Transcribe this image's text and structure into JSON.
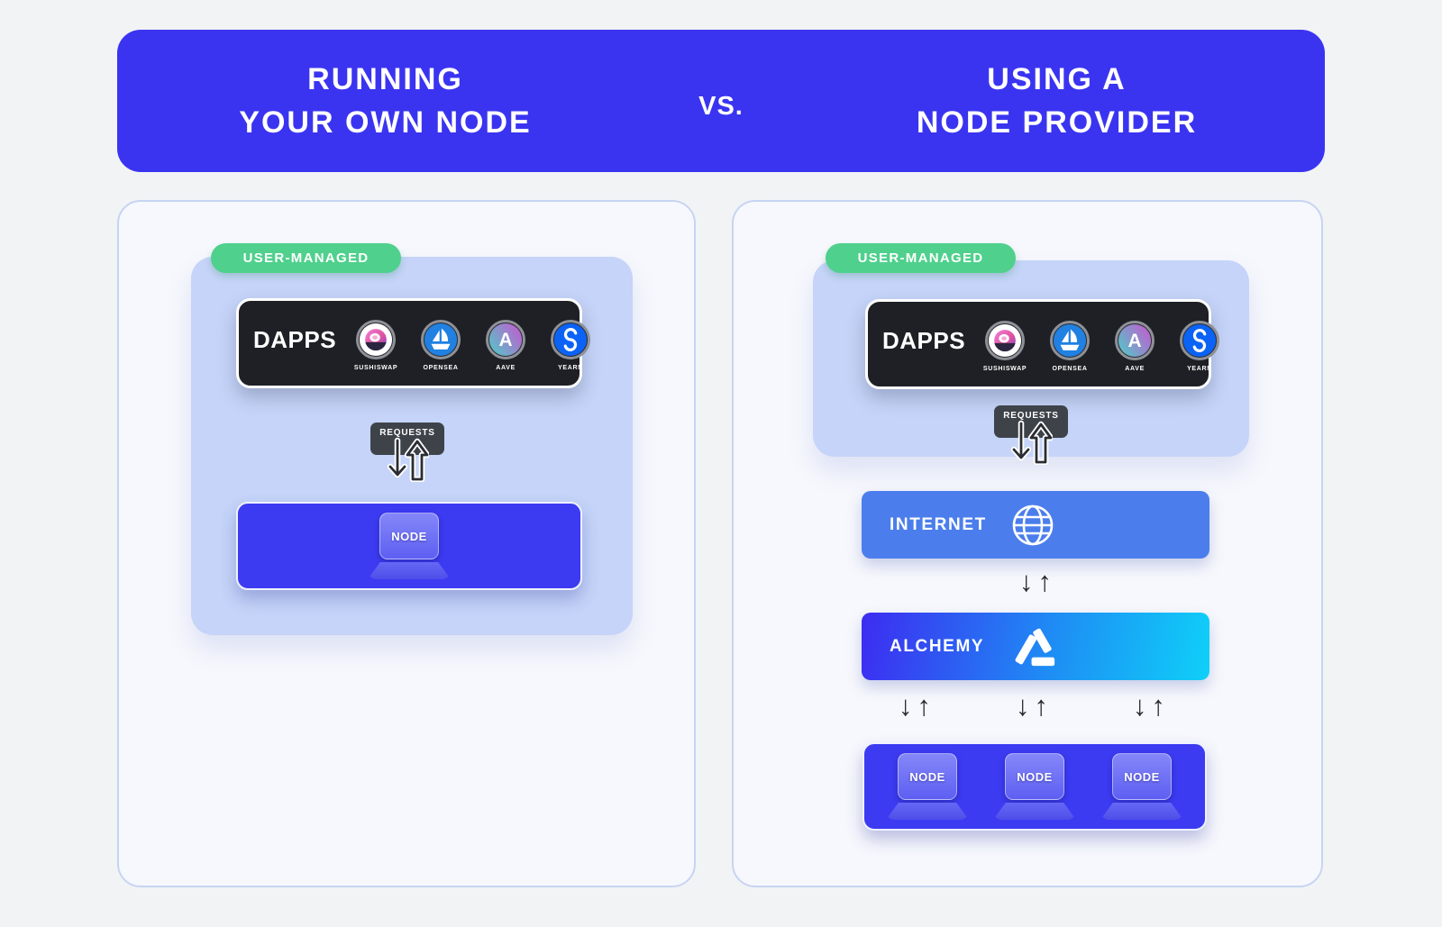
{
  "header": {
    "left_title": [
      "RUNNING",
      "YOUR OWN NODE"
    ],
    "vs": "VS.",
    "right_title": [
      "USING A",
      "NODE PROVIDER"
    ]
  },
  "badge": {
    "user_managed": "USER-MANAGED"
  },
  "dapps_bar": {
    "label": "DAPPS",
    "apps": [
      {
        "name": "SUSHISWAP"
      },
      {
        "name": "OPENSEA"
      },
      {
        "name": "AAVE"
      },
      {
        "name": "YEARN"
      }
    ]
  },
  "requests": {
    "label": "REQUESTS"
  },
  "left_panel": {
    "node": {
      "label": "NODE"
    }
  },
  "right_panel": {
    "internet": {
      "label": "INTERNET"
    },
    "alchemy": {
      "label": "ALCHEMY"
    },
    "nodes": [
      {
        "label": "NODE"
      },
      {
        "label": "NODE"
      },
      {
        "label": "NODE"
      }
    ]
  },
  "glyphs": {
    "arrow_down": "↓",
    "arrow_up": "↑"
  },
  "colors": {
    "background": "#f2f3f5",
    "header_blue": "#3a34f1",
    "panel_bg": "#f7f8fd",
    "panel_border": "#c7d4f2",
    "light_blue_box": "#c5d4f8",
    "green_badge": "#4fd08c",
    "dark_bar": "#1e2025",
    "requests_badge": "#3e434a",
    "node_blue": "#3c3bf2",
    "laptop_screen": "#8487f8",
    "internet_blue": "#4b7eec",
    "alchemy_gradient_start": "#3d2cf1",
    "alchemy_gradient_end": "#0fd0f8",
    "opensea_blue": "#2081e2",
    "yearn_blue": "#0b63f6"
  }
}
